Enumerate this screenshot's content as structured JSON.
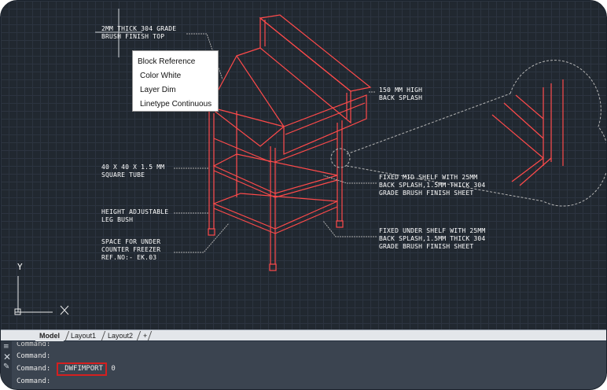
{
  "annotations": {
    "top_finish": "2MM THICK 304 GRADE\nBRUSH FINISH TOP",
    "back_splash": "150 MM HIGH\nBACK SPLASH",
    "square_tube": "40 X 40 X 1.5 MM\nSQUARE TUBE",
    "leg_bush": "HEIGHT ADJUSTABLE\nLEG BUSH",
    "under_counter": "SPACE FOR UNDER\nCOUNTER FREEZER\nREF.NO:- EK.03",
    "mid_shelf": "FIXED MID SHELF WITH 25mm\nBACK SPLASH,1.5MM THICK 304\nGRADE BRUSH FINISH SHEET",
    "under_shelf": "FIXED UNDER SHELF WITH 25mm\nBACK SPLASH,1.5MM THICK 304\nGRADE BRUSH FINISH SHEET"
  },
  "tooltip": {
    "title": "Block Reference",
    "color": "Color  White",
    "layer": "Layer  Dim",
    "linetype": "Linetype  Continuous"
  },
  "ucs": {
    "x_label": "X",
    "y_label": "Y"
  },
  "tabs": {
    "model": "Model",
    "layout1": "Layout1",
    "layout2": "Layout2",
    "add": "+"
  },
  "command_line": {
    "history_top": "Command:",
    "history_1": "Command:",
    "prompt": "Command:",
    "command": "_DWFIMPORT",
    "command_arg": "0",
    "next_prompt": "Command:"
  },
  "colors": {
    "drawing_red": "#ff4a4a",
    "annotation_white": "#ffffff",
    "leader_gray": "#a9a9a9",
    "highlight_box": "#d61f1f"
  }
}
